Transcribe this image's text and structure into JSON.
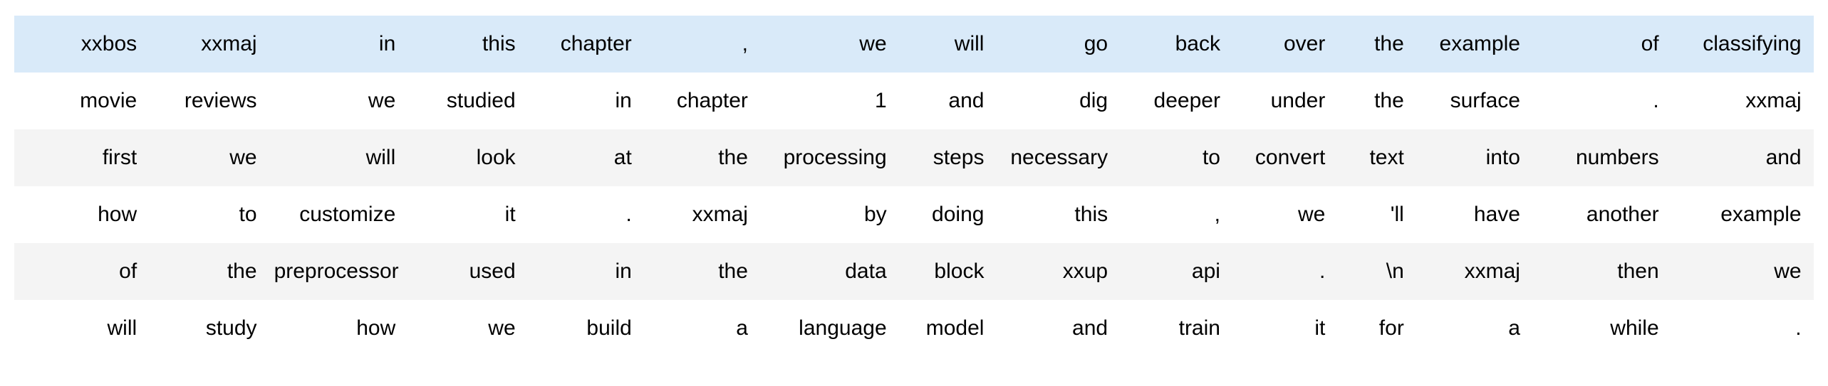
{
  "table": {
    "title": "tokenized-text-table",
    "column_count": 16,
    "colors": {
      "page_background": "#ffffff",
      "highlight_row": "#d9eaf9",
      "stripe_row": "#f4f4f4",
      "plain_row": "#ffffff",
      "text": "#000000"
    },
    "rows": [
      {
        "style": "highlight",
        "cells": [
          "xxbos",
          "xxmaj",
          "in",
          "this",
          "chapter",
          ",",
          "we",
          "will",
          "go",
          "back",
          "over",
          "the",
          "example",
          "of",
          "classifying",
          ""
        ]
      },
      {
        "style": "plain",
        "cells": [
          "movie",
          "reviews",
          "we",
          "studied",
          "in",
          "chapter",
          "1",
          "and",
          "dig",
          "deeper",
          "under",
          "the",
          "surface",
          ".",
          "xxmaj",
          ""
        ]
      },
      {
        "style": "stripe",
        "cells": [
          "first",
          "we",
          "will",
          "look",
          "at",
          "the",
          "processing",
          "steps",
          "necessary",
          "to",
          "convert",
          "text",
          "into",
          "numbers",
          "and",
          ""
        ]
      },
      {
        "style": "plain",
        "cells": [
          "how",
          "to",
          "customize",
          "it",
          ".",
          "xxmaj",
          "by",
          "doing",
          "this",
          ",",
          "we",
          "'ll",
          "have",
          "another",
          "example",
          ""
        ]
      },
      {
        "style": "stripe",
        "cells": [
          "of",
          "the",
          "preprocessor",
          "used",
          "in",
          "the",
          "data",
          "block",
          "xxup",
          "api",
          ".",
          "\\n",
          "xxmaj",
          "then",
          "we",
          ""
        ]
      },
      {
        "style": "plain",
        "cells": [
          "will",
          "study",
          "how",
          "we",
          "build",
          "a",
          "language",
          "model",
          "and",
          "train",
          "it",
          "for",
          "a",
          "while",
          ".",
          ""
        ]
      }
    ]
  }
}
